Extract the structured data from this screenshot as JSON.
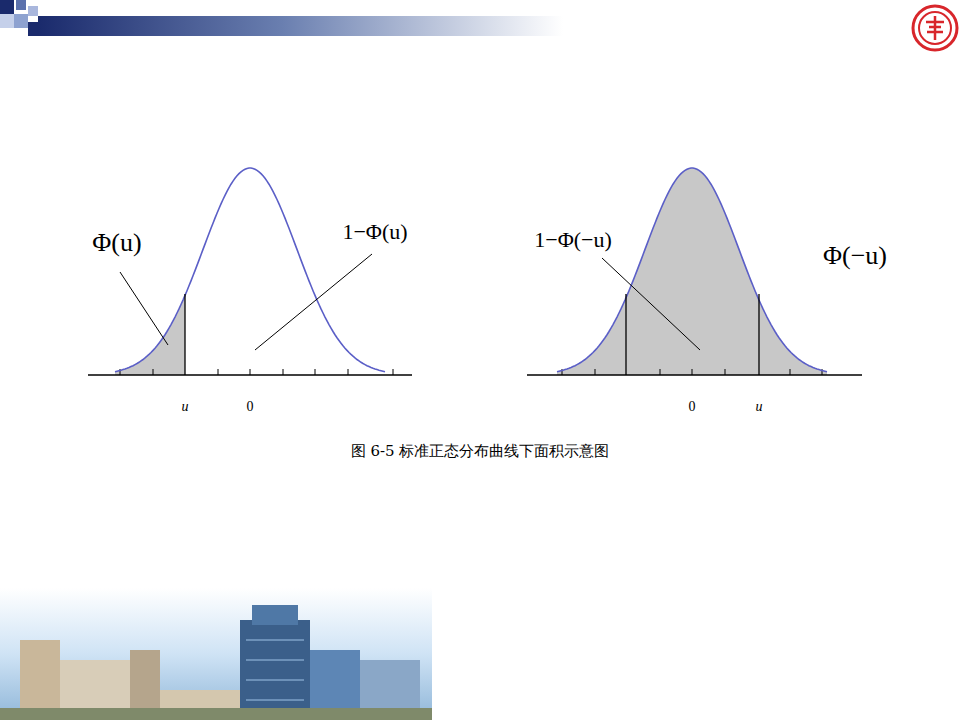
{
  "diagram": {
    "caption": "图 6-5 标准正态分布曲线下面积示意图",
    "labels": [
      "Φ(u)",
      "1−Φ(u)",
      "1−Φ(−u)",
      "Φ(−u)",
      "u",
      "0",
      "0",
      "u"
    ]
  }
}
